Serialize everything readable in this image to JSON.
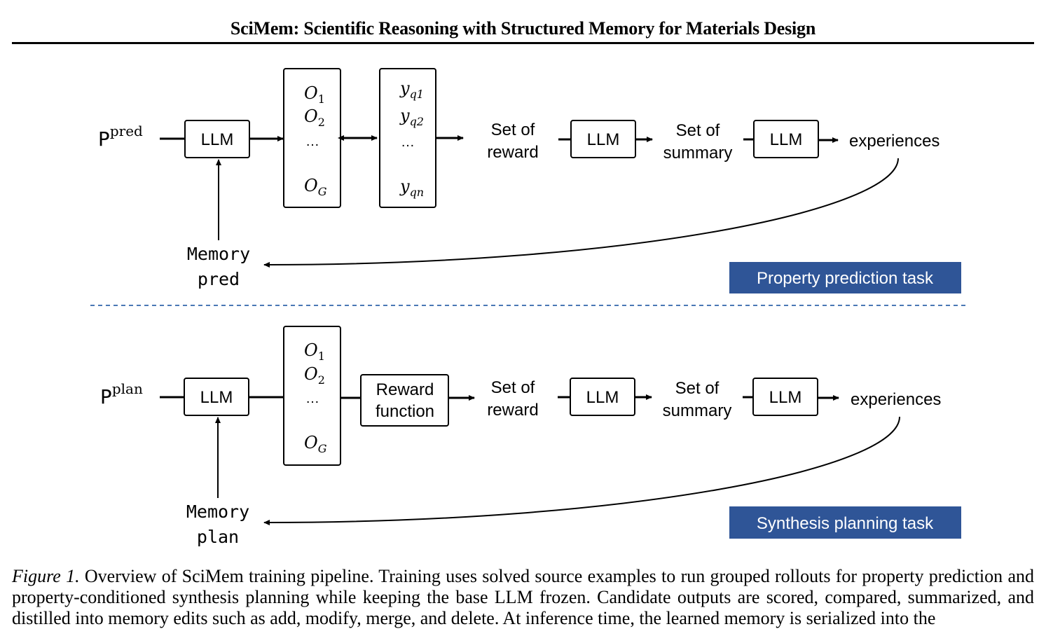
{
  "header": {
    "running_title": "SciMem: Scientific Reasoning with Structured Memory for Materials Design"
  },
  "figure": {
    "colors": {
      "badge_fill": "#2f5597",
      "badge_text": "#ffffff",
      "divider": "#4a78b5",
      "stroke": "#000000"
    },
    "pred_row": {
      "prompt_base": "P",
      "prompt_sup": "pred",
      "llm_1": "LLM",
      "outputs": [
        "O",
        "O",
        "…",
        "O"
      ],
      "output_subs": [
        "1",
        "2",
        "",
        "G"
      ],
      "y_values": [
        "y",
        "y",
        "…",
        "y"
      ],
      "y_subs": [
        "q1",
        "q2",
        "",
        "qn"
      ],
      "reward_set": [
        "Set of",
        "reward"
      ],
      "llm_2": "LLM",
      "summary_set": [
        "Set of",
        "summary"
      ],
      "llm_3": "LLM",
      "experiences": "experiences",
      "memory": [
        "Memory",
        "pred"
      ],
      "task_badge": "Property prediction task"
    },
    "plan_row": {
      "prompt_base": "P",
      "prompt_sup": "plan",
      "llm_1": "LLM",
      "outputs": [
        "O",
        "O",
        "…",
        "O"
      ],
      "output_subs": [
        "1",
        "2",
        "",
        "G"
      ],
      "reward_function": [
        "Reward",
        "function"
      ],
      "reward_set": [
        "Set of",
        "reward"
      ],
      "llm_2": "LLM",
      "summary_set": [
        "Set of",
        "summary"
      ],
      "llm_3": "LLM",
      "experiences": "experiences",
      "memory": [
        "Memory",
        "plan"
      ],
      "task_badge": "Synthesis planning task"
    }
  },
  "caption": {
    "label": "Figure 1.",
    "text": "Overview of SciMem training pipeline. Training uses solved source examples to run grouped rollouts for property prediction and property-conditioned synthesis planning while keeping the base LLM frozen. Candidate outputs are scored, compared, summarized, and distilled into memory edits such as add, modify, merge, and delete. At inference time, the learned memory is serialized into the"
  }
}
